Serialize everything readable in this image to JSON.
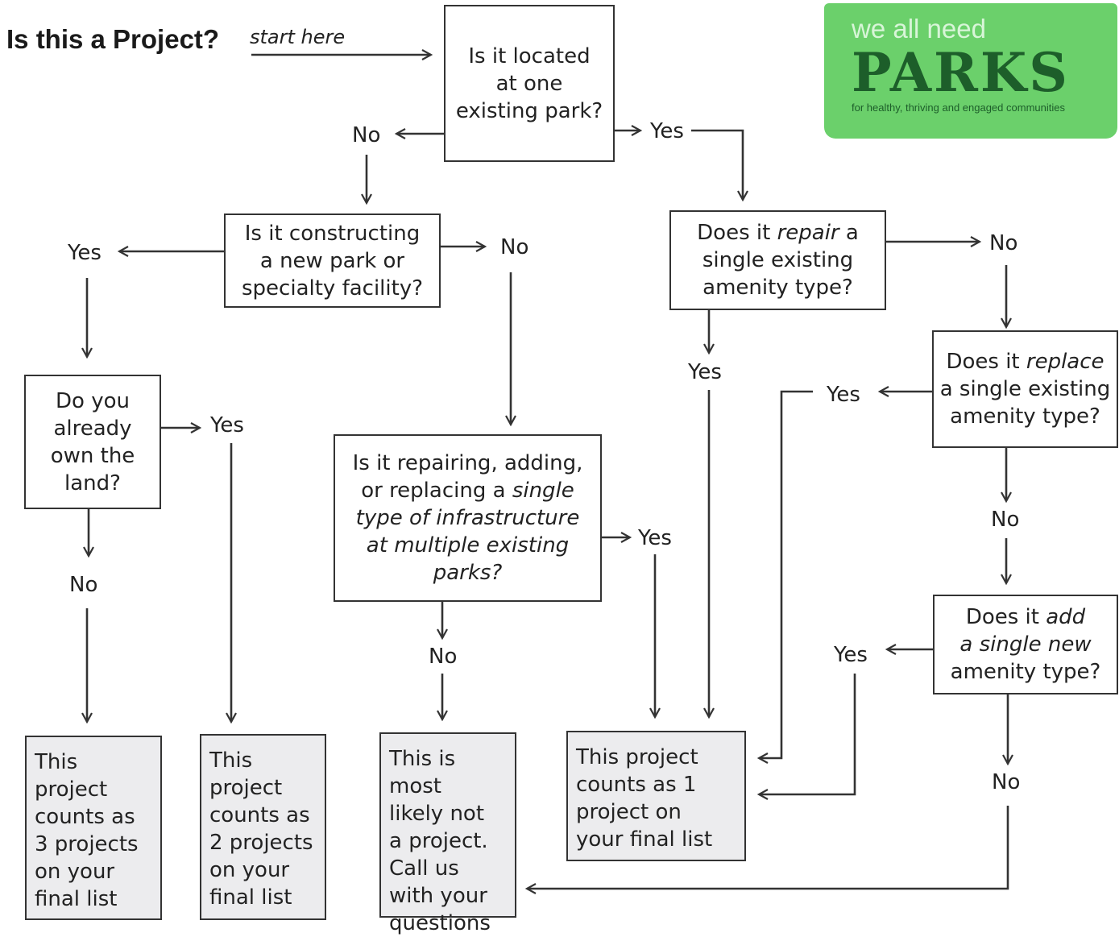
{
  "title": "Is this a Project?",
  "start_label": "start here",
  "logo": {
    "top": "we all need",
    "big": "PARKS",
    "bottom": "for healthy, thriving and engaged communities"
  },
  "nodes": {
    "q1": [
      "Is it located",
      "at one",
      "existing park?"
    ],
    "q2": [
      "Is it constructing",
      "a new park or",
      "specialty facility?"
    ],
    "q3": [
      "Do you",
      "already",
      "own the",
      "land?"
    ],
    "q4": {
      "l1": "Is it repairing, adding,",
      "l2a": "or replacing a ",
      "l2b": "single",
      "l3": "type of infrastructure",
      "l4": "at multiple existing",
      "l5": "parks?"
    },
    "q5": {
      "l1a": "Does it ",
      "l1b": "repair",
      "l1c": " a",
      "l2": "single existing",
      "l3": "amenity type?"
    },
    "q6": {
      "l1a": "Does it ",
      "l1b": "replace",
      "l2": "a single existing",
      "l3": "amenity type?"
    },
    "q7": {
      "l1a": "Does it ",
      "l1b": "add",
      "l2": "a single new",
      "l3": "amenity type?"
    }
  },
  "results": {
    "r1": [
      "This",
      "project",
      "counts as",
      "3 projects",
      "on your",
      "final list"
    ],
    "r2": [
      "This",
      "project",
      "counts as",
      "2 projects",
      "on your",
      "final list"
    ],
    "r3": [
      "This is most",
      "likely not",
      "a project.",
      "Call us",
      "with your",
      "questions"
    ],
    "r4": [
      "This project",
      "counts as 1",
      "project on",
      "your final list"
    ]
  },
  "labels": {
    "q1_no": "No",
    "q1_yes": "Yes",
    "q2_yes": "Yes",
    "q2_no": "No",
    "q3_yes": "Yes",
    "q3_no": "No",
    "q4_yes": "Yes",
    "q4_no": "No",
    "q5_no": "No",
    "q5_yes": "Yes",
    "q6_yes": "Yes",
    "q6_no": "No",
    "q7_yes": "Yes",
    "q7_no": "No"
  }
}
